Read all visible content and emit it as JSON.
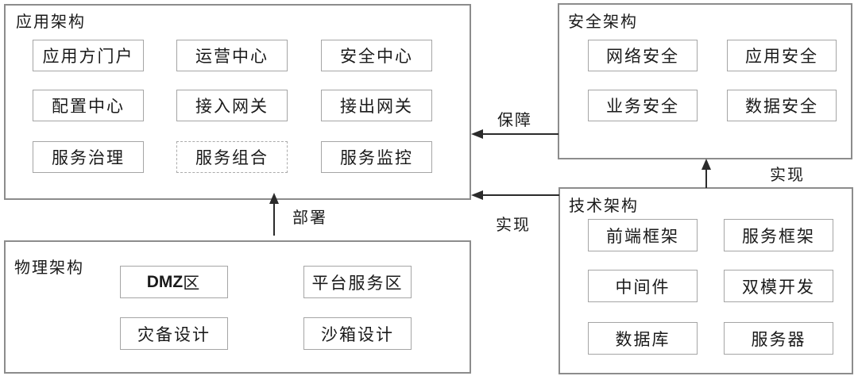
{
  "colors": {
    "background": "#ffffff",
    "group_border": "#8c8c8c",
    "item_border": "#a5a5a5",
    "text": "#1a1a1a",
    "arrow": "#2b2b2b"
  },
  "groups": {
    "app": {
      "title": "应用架构",
      "items": [
        {
          "label": "应用方门户"
        },
        {
          "label": "运营中心"
        },
        {
          "label": "安全中心"
        },
        {
          "label": "配置中心"
        },
        {
          "label": "接入网关"
        },
        {
          "label": "接出网关"
        },
        {
          "label": "服务治理"
        },
        {
          "label": "服务组合",
          "border_style": "dashed"
        },
        {
          "label": "服务监控"
        }
      ]
    },
    "security": {
      "title": "安全架构",
      "items": [
        {
          "label": "网络安全"
        },
        {
          "label": "应用安全"
        },
        {
          "label": "业务安全"
        },
        {
          "label": "数据安全"
        }
      ]
    },
    "tech": {
      "title": "技术架构",
      "items": [
        {
          "label": "前端框架"
        },
        {
          "label": "服务框架"
        },
        {
          "label": "中间件"
        },
        {
          "label": "双模开发"
        },
        {
          "label": "数据库"
        },
        {
          "label": "服务器"
        }
      ]
    },
    "physical": {
      "title": "物理架构",
      "items": [
        {
          "label": "DMZ区",
          "bold_prefix": "DMZ",
          "suffix": "区"
        },
        {
          "label": "平台服务区"
        },
        {
          "label": "灾备设计"
        },
        {
          "label": "沙箱设计"
        }
      ]
    }
  },
  "arrows": {
    "guarantee": {
      "label": "保障",
      "from": "安全架构",
      "to": "应用架构",
      "direction": "left"
    },
    "realize_app": {
      "label": "实现",
      "from": "技术架构",
      "to": "应用架构",
      "direction": "left"
    },
    "realize_security": {
      "label": "实现",
      "from": "技术架构",
      "to": "安全架构",
      "direction": "up"
    },
    "deploy": {
      "label": "部署",
      "from": "物理架构",
      "to": "应用架构",
      "direction": "up"
    }
  }
}
